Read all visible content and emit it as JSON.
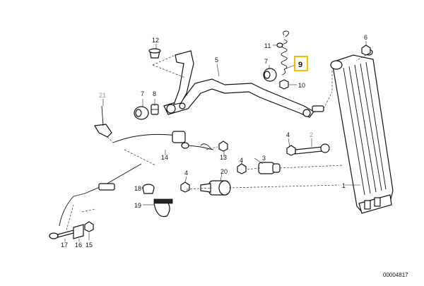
{
  "diagram": {
    "callouts": {
      "c1": "1",
      "c2": "2",
      "c3": "3",
      "c4a": "4",
      "c4b": "4",
      "c5": "5",
      "c6": "6",
      "c7a": "7",
      "c7b": "7",
      "c8": "8",
      "c9": "9",
      "c10": "10",
      "c11": "11",
      "c12": "12",
      "c13": "13",
      "c14": "14",
      "c15": "15",
      "c16": "16",
      "c17": "17",
      "c18": "18",
      "c19": "19",
      "c20": "20",
      "c21": "21"
    },
    "highlight_color": "#f0c000",
    "footer_code": "00004817"
  }
}
